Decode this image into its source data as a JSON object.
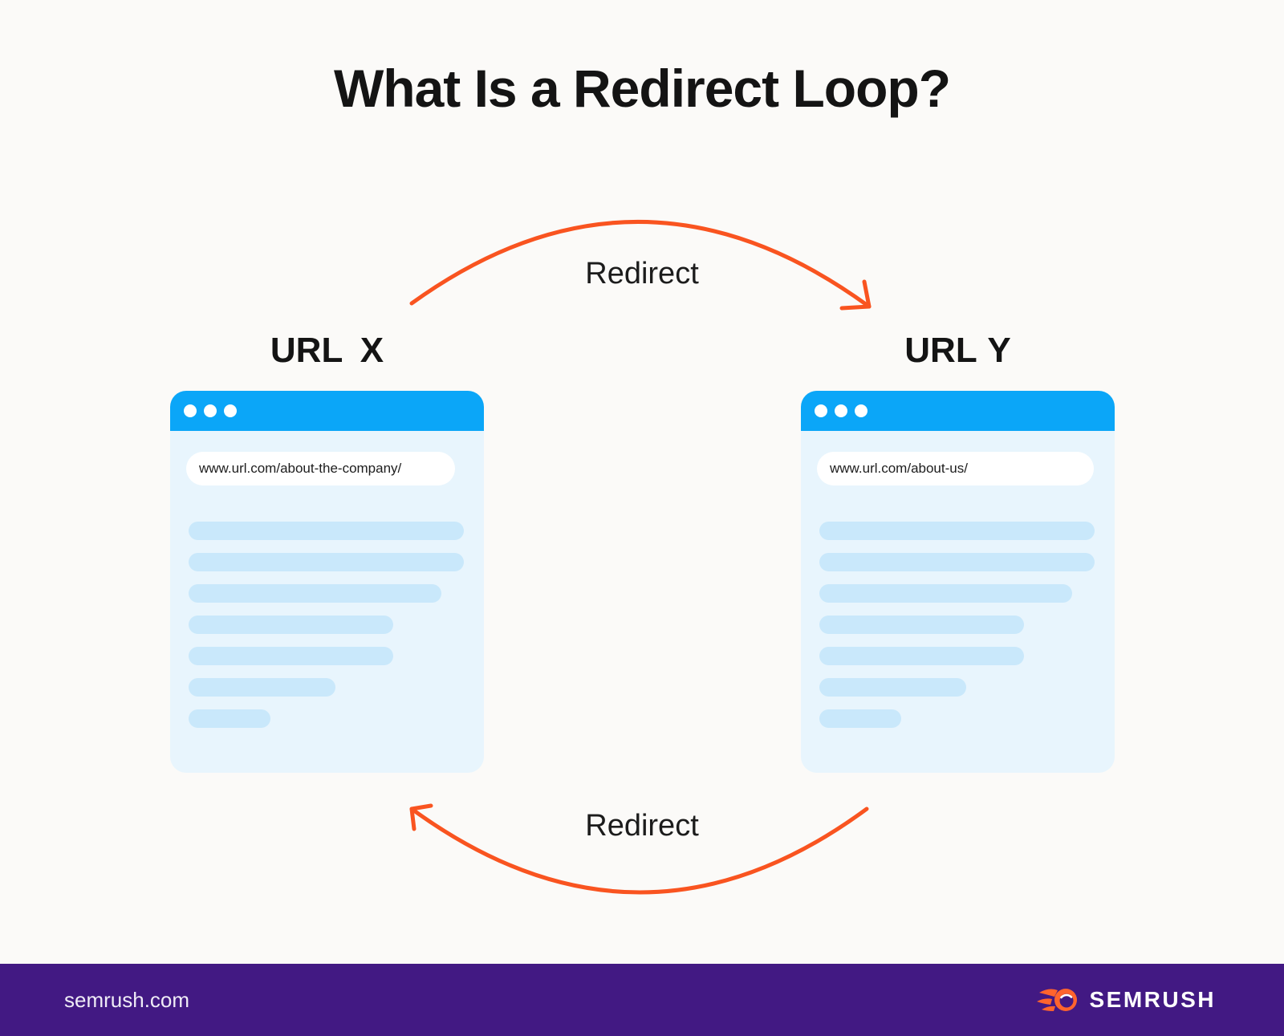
{
  "page": {
    "title": "What Is a Redirect Loop?"
  },
  "colors": {
    "page_bg": "#fbfaf8",
    "text_dark": "#141414",
    "browser_header": "#0ba6f8",
    "browser_body": "#e8f5fd",
    "content_bar": "#c9e8fb",
    "arrow": "#f95420",
    "footer_bg": "#421983",
    "logo_orange": "#ff642d"
  },
  "diagram": {
    "top_arrow_label": "Redirect",
    "bottom_arrow_label": "Redirect",
    "url_x": {
      "label": "URL X",
      "address": "www.url.com/about-the-company/",
      "content_bars": [
        343,
        343,
        315,
        255,
        255,
        183,
        102
      ]
    },
    "url_y": {
      "label": "URL Y",
      "address": "www.url.com/about-us/",
      "content_bars": [
        343,
        343,
        315,
        255,
        255,
        183,
        102
      ]
    }
  },
  "footer": {
    "site": "semrush.com",
    "brand": "SEMRUSH"
  }
}
